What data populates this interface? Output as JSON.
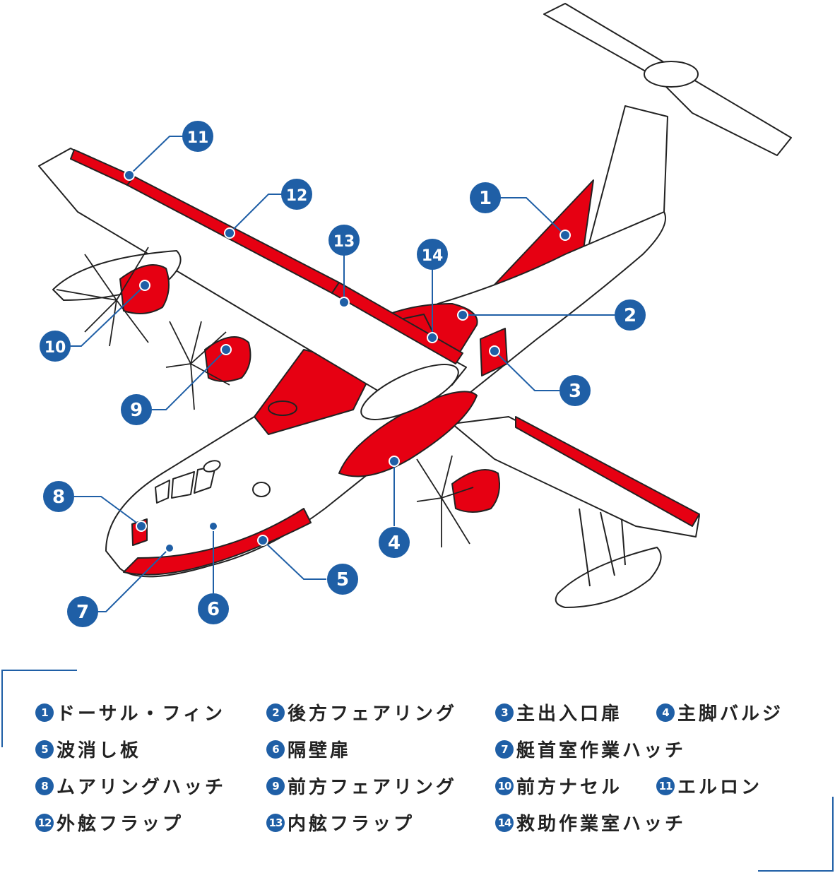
{
  "diagram": {
    "accent_color": "#e60012",
    "callout_color": "#1f5fa6",
    "callouts": [
      {
        "num": "1"
      },
      {
        "num": "2"
      },
      {
        "num": "3"
      },
      {
        "num": "4"
      },
      {
        "num": "5"
      },
      {
        "num": "6"
      },
      {
        "num": "7"
      },
      {
        "num": "8"
      },
      {
        "num": "9"
      },
      {
        "num": "10"
      },
      {
        "num": "11"
      },
      {
        "num": "12"
      },
      {
        "num": "13"
      },
      {
        "num": "14"
      }
    ]
  },
  "legend": {
    "items": [
      {
        "num": "1",
        "label": "ドーサル・フィン"
      },
      {
        "num": "2",
        "label": "後方フェアリング"
      },
      {
        "num": "3",
        "label": "主出入口扉"
      },
      {
        "num": "4",
        "label": "主脚バルジ"
      },
      {
        "num": "5",
        "label": "波消し板"
      },
      {
        "num": "6",
        "label": "隔壁扉"
      },
      {
        "num": "7",
        "label": "艇首室作業ハッチ"
      },
      {
        "num": "8",
        "label": "ムアリングハッチ"
      },
      {
        "num": "9",
        "label": "前方フェアリング"
      },
      {
        "num": "10",
        "label": "前方ナセル"
      },
      {
        "num": "11",
        "label": "エルロン"
      },
      {
        "num": "12",
        "label": "外舷フラップ"
      },
      {
        "num": "13",
        "label": "内舷フラップ"
      },
      {
        "num": "14",
        "label": "救助作業室ハッチ"
      }
    ]
  }
}
